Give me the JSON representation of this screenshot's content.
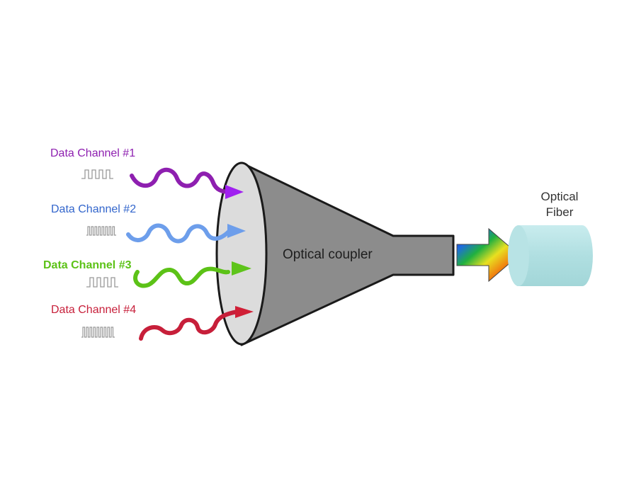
{
  "channels": [
    {
      "label": "Data Channel #1",
      "color": "#8e1fb0",
      "arrow_color": "#a020f0",
      "signal": "slow-pulses"
    },
    {
      "label": "Data Channel #2",
      "color": "#3366cc",
      "arrow_color": "#6d9eeb",
      "signal": "fast-pulses"
    },
    {
      "label": "Data Channel #3",
      "color": "#5cc217",
      "arrow_color": "#5ec41b",
      "signal": "slow-pulses"
    },
    {
      "label": "Data Channel #4",
      "color": "#c71f3a",
      "arrow_color": "#d01f36",
      "signal": "fast-pulses"
    }
  ],
  "coupler": {
    "label": "Optical coupler",
    "body_color": "#8c8c8c",
    "mouth_color": "#dddddd"
  },
  "output_arrow": {
    "style": "rainbow"
  },
  "fiber": {
    "label_line1": "Optical",
    "label_line2": "Fiber",
    "color": "#b3e1e3"
  }
}
